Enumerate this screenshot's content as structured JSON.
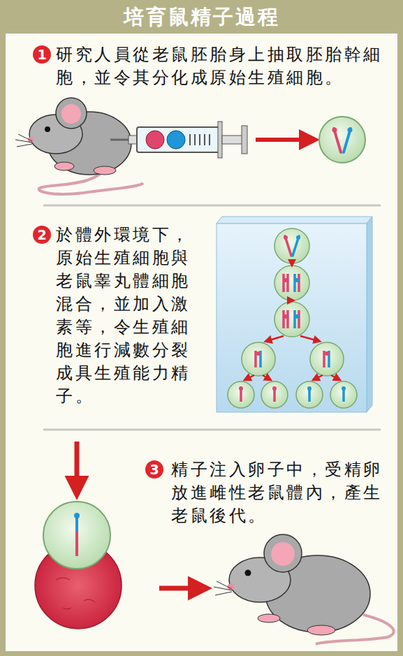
{
  "diagram": {
    "title": "培育鼠精子過程",
    "nodes": [
      {
        "text": [
          "1"
        ]
      },
      {
        "text": [
          "2"
        ]
      },
      {
        "text": [
          "3"
        ]
      }
    ],
    "labels": [
      "研究人員從老鼠胚胎身上抽取胚胎幹細胞，並令其分化成原始生殖細胞。",
      "於體外環境下，原始生殖細胞與老鼠睾丸體細胞混合，並加入激素等，令生殖細胞進行減數分裂成具生殖能力精子。",
      "精子注入卵子中，受精卵放進雌性老鼠體內，產生老鼠後代。"
    ]
  }
}
